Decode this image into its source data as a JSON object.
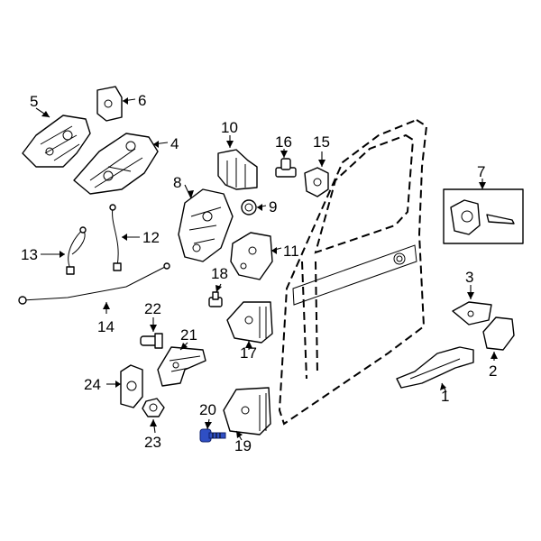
{
  "diagram": {
    "highlight_color": "#2f4fc4",
    "highlighted_part": "20",
    "callouts": [
      {
        "key": "c1",
        "label": "1"
      },
      {
        "key": "c2",
        "label": "2"
      },
      {
        "key": "c3",
        "label": "3"
      },
      {
        "key": "c4",
        "label": "4"
      },
      {
        "key": "c5",
        "label": "5"
      },
      {
        "key": "c6",
        "label": "6"
      },
      {
        "key": "c7",
        "label": "7"
      },
      {
        "key": "c8",
        "label": "8"
      },
      {
        "key": "c9",
        "label": "9"
      },
      {
        "key": "c10",
        "label": "10"
      },
      {
        "key": "c11",
        "label": "11"
      },
      {
        "key": "c12",
        "label": "12"
      },
      {
        "key": "c13",
        "label": "13"
      },
      {
        "key": "c14",
        "label": "14"
      },
      {
        "key": "c15",
        "label": "15"
      },
      {
        "key": "c16",
        "label": "16"
      },
      {
        "key": "c17",
        "label": "17"
      },
      {
        "key": "c18",
        "label": "18"
      },
      {
        "key": "c19",
        "label": "19"
      },
      {
        "key": "c20",
        "label": "20"
      },
      {
        "key": "c21",
        "label": "21"
      },
      {
        "key": "c22",
        "label": "22"
      },
      {
        "key": "c23",
        "label": "23"
      },
      {
        "key": "c24",
        "label": "24"
      }
    ]
  }
}
